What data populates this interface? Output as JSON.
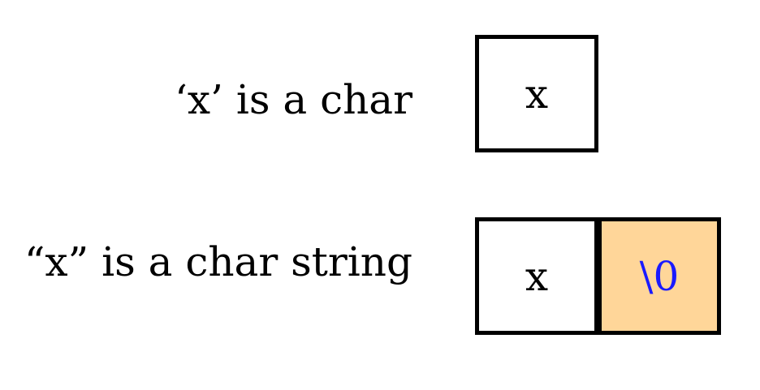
{
  "rows": [
    {
      "label": "‘x’ is a char",
      "cells": [
        {
          "text": "x"
        }
      ]
    },
    {
      "label": "“x” is a char string",
      "cells": [
        {
          "text": "x"
        },
        {
          "text": "\\0"
        }
      ]
    }
  ],
  "colors": {
    "terminator_fill": "#ffd699",
    "terminator_text": "#1a1aff",
    "border": "#000000"
  }
}
